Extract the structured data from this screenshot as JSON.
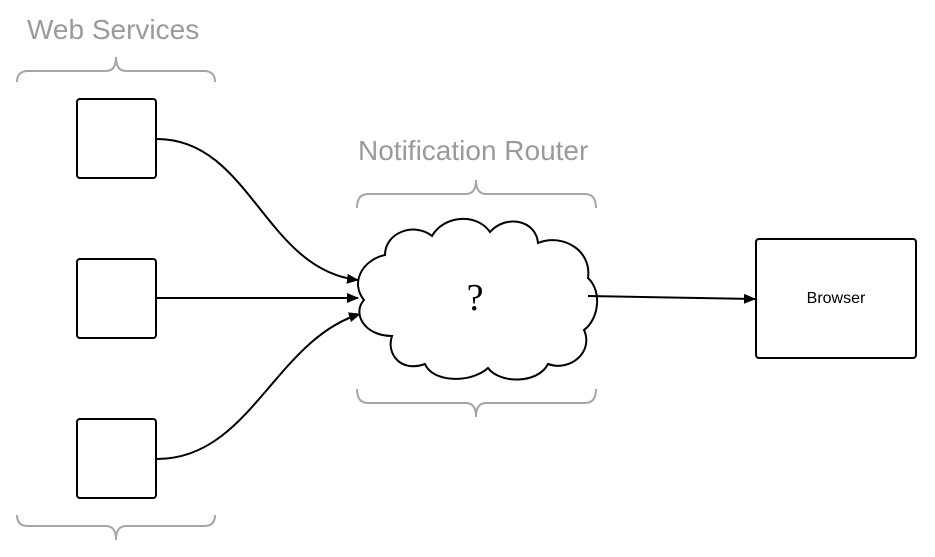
{
  "labels": {
    "web_services": "Web Services",
    "notification_router": "Notification Router",
    "browser": "Browser",
    "router_content": "?"
  },
  "colors": {
    "bracket": "#a6a6a6",
    "label_text": "#9a9a9a",
    "stroke": "#000000"
  }
}
